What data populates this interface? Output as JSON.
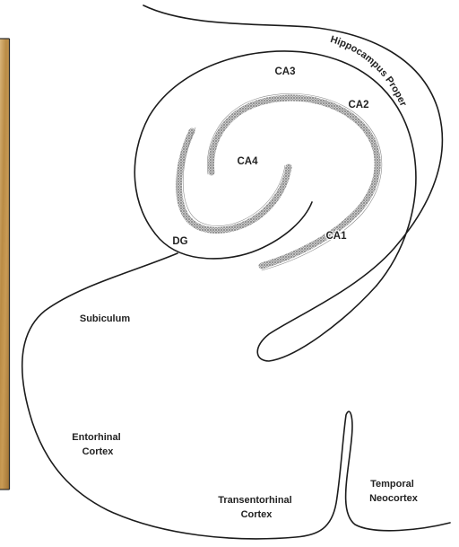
{
  "regions": {
    "ca3": "CA3",
    "ca2": "CA2",
    "ca4": "CA4",
    "ca1": "CA1",
    "dg": "DG",
    "hippocampus_proper": "Hippocampus Proper",
    "subiculum": "Subiculum",
    "entorhinal_cortex": [
      "Entorhinal",
      "Cortex"
    ],
    "transentorhinal_cortex": [
      "Transentorhinal",
      "Cortex"
    ],
    "temporal_neocortex": [
      "Temporal",
      "Neocortex"
    ]
  },
  "colors": {
    "outline": "#1c1c1c",
    "cell_layer": "#9a9a9a",
    "photo_left_panel": "#c89a52"
  }
}
